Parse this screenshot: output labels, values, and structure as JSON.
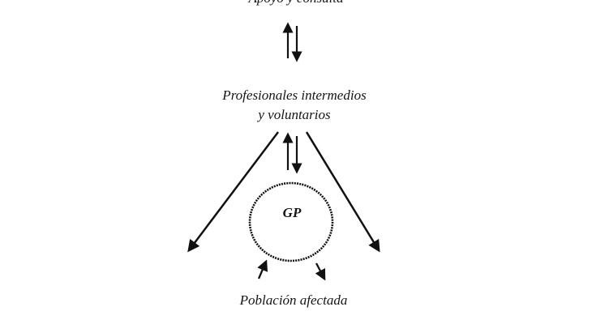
{
  "diagram": {
    "top_label_partial": "Apoyo y consulta",
    "middle_label_line1": "Profesionales intermedios",
    "middle_label_line2": "y voluntarios",
    "circle_label": "GP",
    "bottom_label": "Población afectada"
  }
}
